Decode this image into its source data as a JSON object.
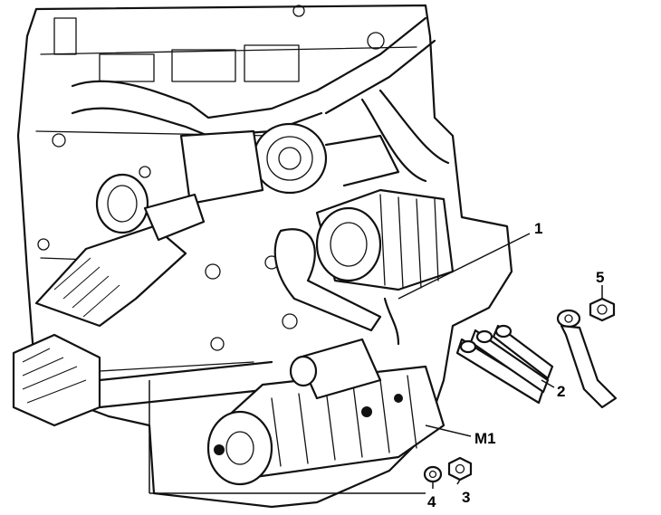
{
  "callouts": [
    {
      "id": "1",
      "label": "1"
    },
    {
      "id": "2",
      "label": "2"
    },
    {
      "id": "3",
      "label": "3"
    },
    {
      "id": "4",
      "label": "4"
    },
    {
      "id": "5",
      "label": "5"
    },
    {
      "id": "M1",
      "label": "M1"
    }
  ]
}
